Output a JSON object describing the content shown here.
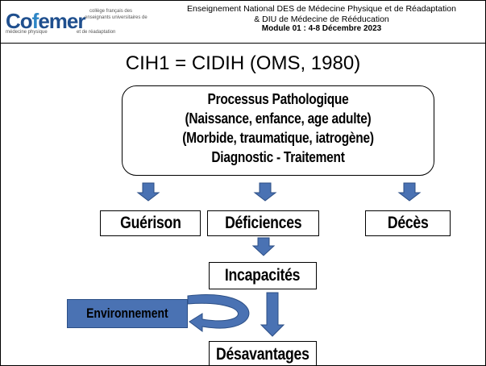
{
  "header": {
    "logo": {
      "wordmark": "Cofemer",
      "line1": "collège français des",
      "line2": "enseignants universitaires de",
      "line3": "médecine physique",
      "line4": "et de réadaptation"
    },
    "line1": "Enseignement National DES de Médecine Physique et de Réadaptation",
    "line2": "& DIU de Médecine de Rééducation",
    "line3": "Module 01 : 4-8 Décembre 2023"
  },
  "title": "CIH1 = CIDIH (OMS, 1980)",
  "process": {
    "lines": [
      "Processus Pathologique",
      "(Naissance, enfance, age adulte)",
      "(Morbide, traumatique, iatrogène)",
      "Diagnostic - Traitement"
    ]
  },
  "outcomes": {
    "guerison": "Guérison",
    "deficiences": "Déficiences",
    "deces": "Décès",
    "incapacites": "Incapacités",
    "desavantages": "Désavantages"
  },
  "environment": "Environnement",
  "colors": {
    "arrow_fill": "#4a72b3",
    "arrow_stroke": "#2c4f86",
    "logo_blue": "#1f4f8e"
  }
}
